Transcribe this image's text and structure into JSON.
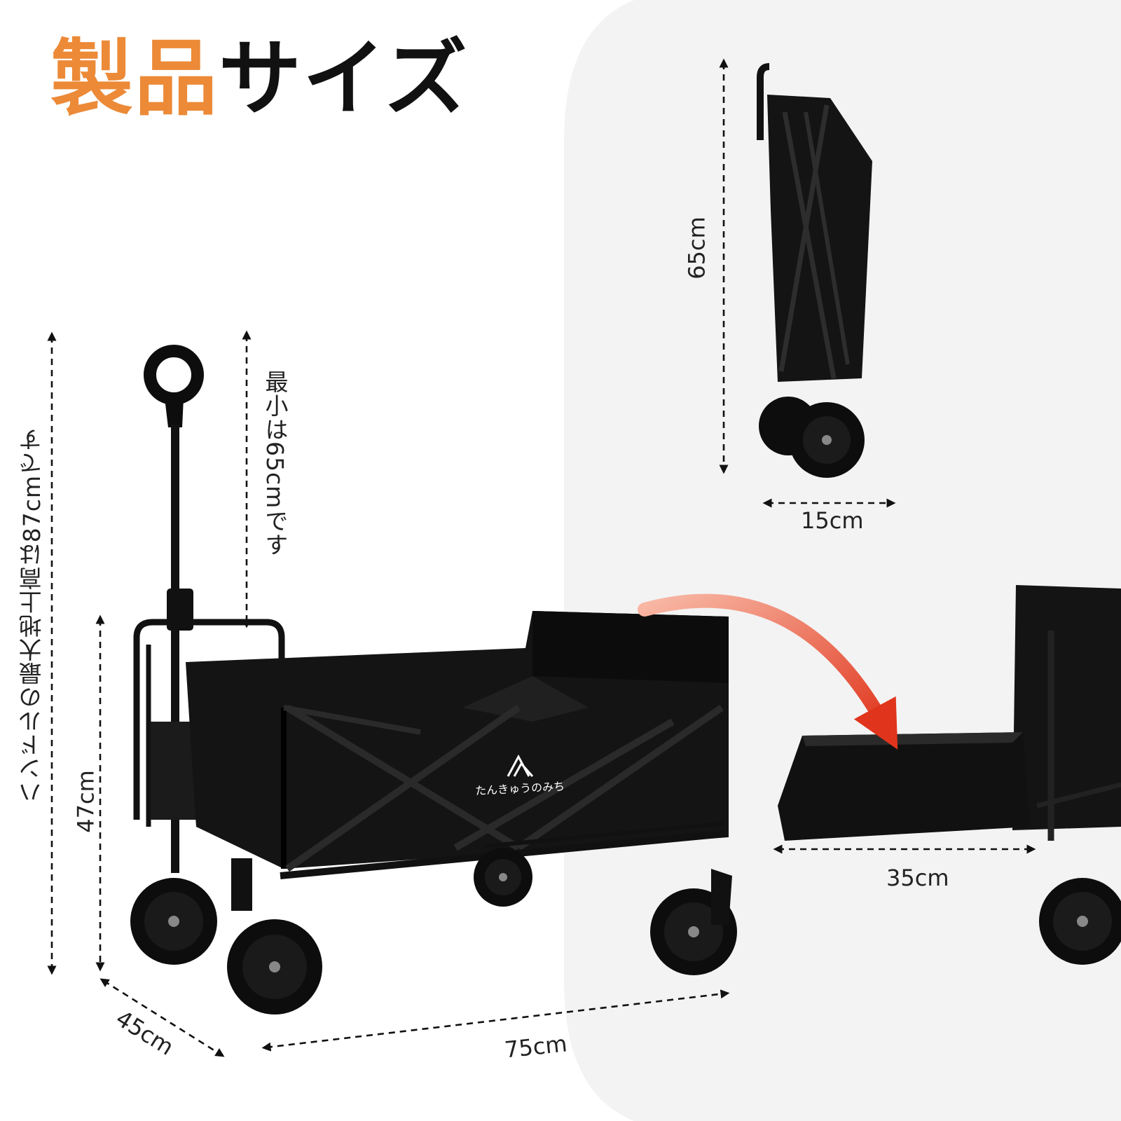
{
  "title": {
    "accent": "製品",
    "rest": "サイズ"
  },
  "colors": {
    "accent": "#ec8a37",
    "arrow": "#e0351c",
    "panel": "#f3f3f3",
    "frame": "#0d0d0d"
  },
  "logo_text": "たんきゅうのみち",
  "dimensions": {
    "handle_max": "ハンドルの最大地上高は87cmです",
    "handle_min": "最小は65cmです",
    "height": "47cm",
    "depth": "45cm",
    "length": "75cm",
    "folded_height": "65cm",
    "folded_width": "15cm",
    "tailgate": "35cm"
  }
}
